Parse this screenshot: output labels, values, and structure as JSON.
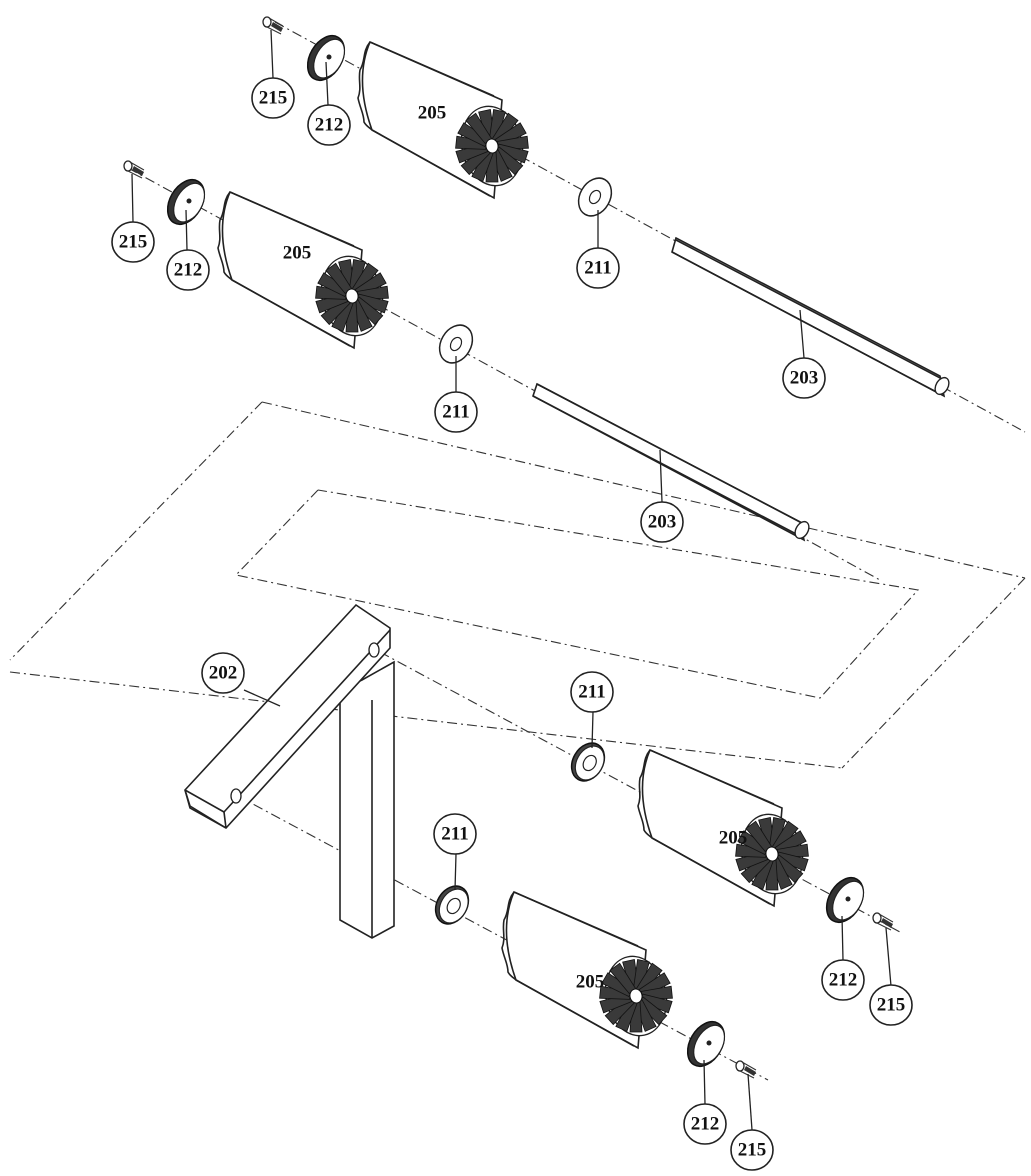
{
  "diagram": {
    "callouts": [
      {
        "id": "c1",
        "label": "215"
      },
      {
        "id": "c2",
        "label": "212"
      },
      {
        "id": "c3",
        "label": "205"
      },
      {
        "id": "c4",
        "label": "211"
      },
      {
        "id": "c5",
        "label": "203"
      },
      {
        "id": "c6",
        "label": "215"
      },
      {
        "id": "c7",
        "label": "212"
      },
      {
        "id": "c8",
        "label": "205"
      },
      {
        "id": "c9",
        "label": "211"
      },
      {
        "id": "c10",
        "label": "203"
      },
      {
        "id": "c11",
        "label": "202"
      },
      {
        "id": "c12",
        "label": "211"
      },
      {
        "id": "c13",
        "label": "205"
      },
      {
        "id": "c14",
        "label": "212"
      },
      {
        "id": "c15",
        "label": "215"
      },
      {
        "id": "c16",
        "label": "211"
      },
      {
        "id": "c17",
        "label": "205"
      },
      {
        "id": "c18",
        "label": "212"
      },
      {
        "id": "c19",
        "label": "215"
      }
    ]
  }
}
